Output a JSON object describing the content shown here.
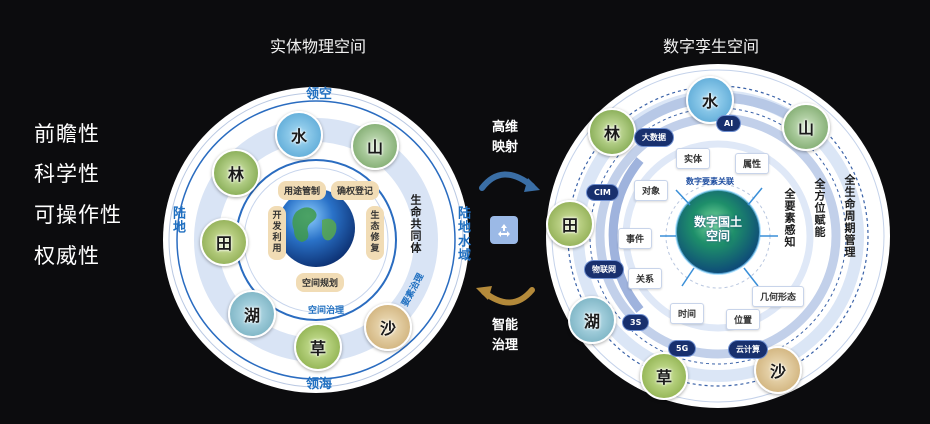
{
  "titles": {
    "left": "实体物理空间",
    "right": "数字孪生空间"
  },
  "traits": [
    "前瞻性",
    "科学性",
    "可操作性",
    "权威性"
  ],
  "left": {
    "ring_top": "领空",
    "ring_bottom": "领海",
    "ring_left": "陆地",
    "ring_right": "陆地水域",
    "inner_bottom": "空间治理",
    "inner_right": "要素治理",
    "elements": [
      "水",
      "山",
      "林",
      "田",
      "湖",
      "草",
      "沙"
    ],
    "inner_tags": {
      "use_control": "用途管制",
      "rights": "确权登记",
      "develop": "开发利用",
      "ecology": "生态修复",
      "planning": "空间规划"
    },
    "community": "生命共同体"
  },
  "middle": {
    "top": "高维映射",
    "bottom": "智能治理",
    "icon": "recycle-icon"
  },
  "right": {
    "elements": [
      "水",
      "山",
      "林",
      "田",
      "湖",
      "草",
      "沙"
    ],
    "pills": [
      "AI",
      "大数据",
      "CIM",
      "物联网",
      "3S",
      "5G",
      "云计算"
    ],
    "boxes": [
      "实体",
      "属性",
      "对象",
      "事件",
      "关系",
      "时间",
      "位置",
      "几何形态"
    ],
    "core": "数字国土空间",
    "association": "数字要素关联",
    "sense": "全要素感知",
    "empower": "全方位赋能",
    "lifecycle": "全生命周期管理"
  },
  "colors": {
    "background": "#0c0c0e",
    "ring_blue": "#1f6fc0",
    "tag_bg": "#f1dcb5",
    "pill_bg": "#18306e"
  }
}
